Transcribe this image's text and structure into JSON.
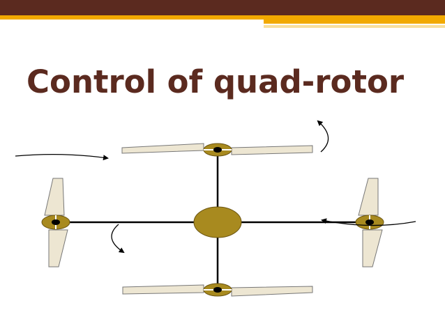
{
  "title": "Control of quad-rotor",
  "colors": {
    "header_band": "#5b2a1f",
    "gold_band": "#f2a900",
    "pale_band": "#f7d98a",
    "title": "#5b2a1f",
    "hub": "#a88a1f",
    "blade_fill": "#ede6d2",
    "blade_stroke": "#777777",
    "arm": "#000000",
    "arrow": "#000000"
  },
  "diagram": {
    "components": [
      "center-hub",
      "arm-vertical",
      "arm-horizontal",
      "rotor-top",
      "rotor-bottom",
      "rotor-left",
      "rotor-right"
    ],
    "arrows": [
      "arrow-top-left",
      "arrow-top-right",
      "arrow-lower-left",
      "arrow-right"
    ]
  }
}
